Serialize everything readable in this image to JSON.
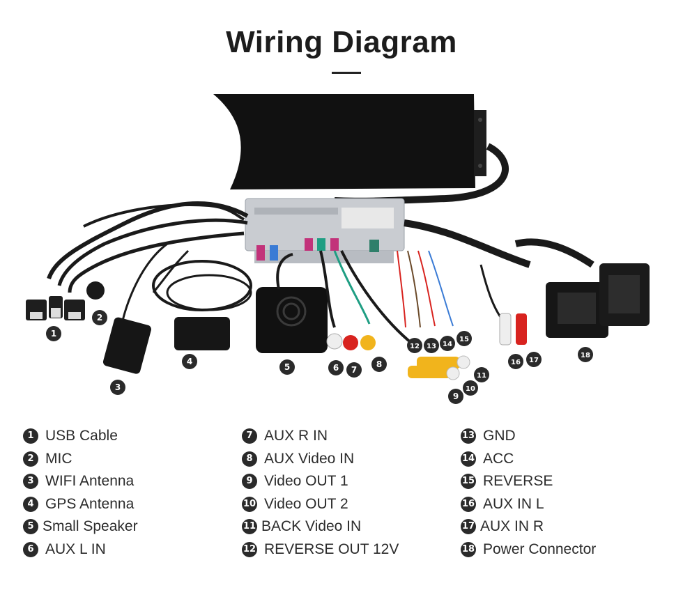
{
  "title": "Wiring Diagram",
  "callouts": [
    "1",
    "2",
    "3",
    "4",
    "5",
    "6",
    "7",
    "8",
    "9",
    "10",
    "11",
    "12",
    "13",
    "14",
    "15",
    "16",
    "17",
    "18"
  ],
  "legend": {
    "col1": [
      {
        "num": "1",
        "label": "USB Cable"
      },
      {
        "num": "2",
        "label": "MIC"
      },
      {
        "num": "3",
        "label": "WIFI Antenna"
      },
      {
        "num": "4",
        "label": "GPS Antenna"
      },
      {
        "num": "5",
        "label": "Small Speaker"
      },
      {
        "num": "6",
        "label": "AUX L IN"
      }
    ],
    "col2": [
      {
        "num": "7",
        "label": "AUX R IN"
      },
      {
        "num": "8",
        "label": "AUX Video IN"
      },
      {
        "num": "9",
        "label": "Video OUT 1"
      },
      {
        "num": "10",
        "label": "Video OUT 2"
      },
      {
        "num": "11",
        "label": "BACK Video IN"
      },
      {
        "num": "12",
        "label": "REVERSE OUT 12V"
      }
    ],
    "col3": [
      {
        "num": "13",
        "label": "GND"
      },
      {
        "num": "14",
        "label": "ACC"
      },
      {
        "num": "15",
        "label": "REVERSE"
      },
      {
        "num": "16",
        "label": "AUX IN L"
      },
      {
        "num": "17",
        "label": "AUX IN R"
      },
      {
        "num": "18",
        "label": "Power Connector"
      }
    ]
  },
  "colors": {
    "cable": "#1a1a1a",
    "module": "#c9ccd1",
    "rca_red": "#d8231f",
    "rca_white": "#eeeeee",
    "rca_yellow": "#f1b41c"
  }
}
